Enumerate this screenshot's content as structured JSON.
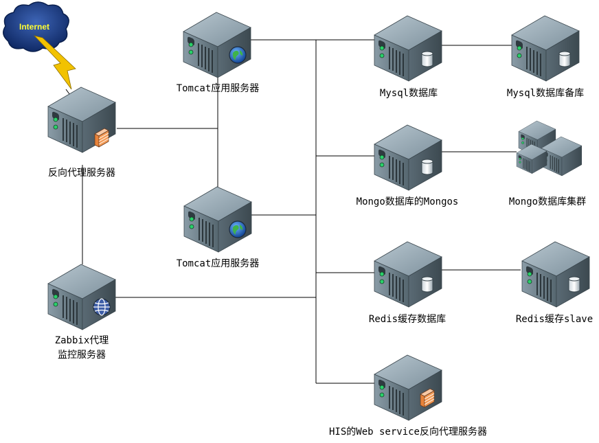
{
  "internet": {
    "label": "Internet"
  },
  "nodes": {
    "reverse_proxy": {
      "label": "反向代理服务器",
      "badge": "firewall-icon"
    },
    "tomcat_1": {
      "label": "Tomcat应用服务器",
      "badge": "globe-icon"
    },
    "tomcat_2": {
      "label": "Tomcat应用服务器",
      "badge": "globe-icon"
    },
    "zabbix": {
      "label_line1": "Zabbix代理",
      "label_line2": "监控服务器",
      "badge": "network-globe-icon"
    },
    "mysql": {
      "label": "Mysql数据库",
      "badge": "database-icon"
    },
    "mysql_backup": {
      "label": "Mysql数据库备库",
      "badge": "database-icon"
    },
    "mongos": {
      "label": "Mongo数据库的Mongos",
      "badge": "database-icon"
    },
    "mongo_cluster": {
      "label": "Mongo数据库集群",
      "badge": "server-cluster-icon"
    },
    "redis": {
      "label": "Redis缓存数据库",
      "badge": "database-icon"
    },
    "redis_slave": {
      "label": "Redis缓存slave",
      "badge": "database-icon"
    },
    "his_proxy": {
      "label": "HIS的Web service反向代理服务器",
      "badge": "firewall-icon"
    }
  },
  "colors": {
    "server_top": "#8fa3b0",
    "server_front": "#6b7f8c",
    "server_side": "#4a5a66",
    "cloud": "#1e3f8a",
    "lightning": "#f2c200",
    "line": "#000000"
  }
}
